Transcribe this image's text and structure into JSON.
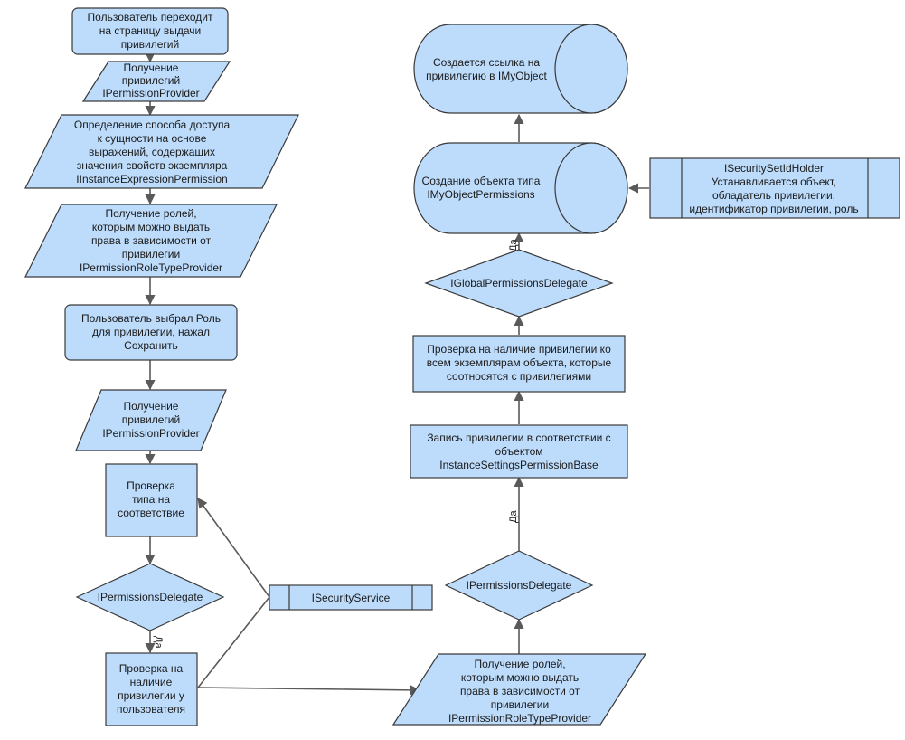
{
  "colors": {
    "fill": "#bddcfb",
    "stroke": "#3a3a3a",
    "line": "#5a5a5a"
  },
  "nodes": {
    "start": [
      "Пользователь переходит",
      "на страницу выдачи",
      "привилегий"
    ],
    "get_provider_1": [
      "Получение",
      "привилегий",
      "IPermissionProvider"
    ],
    "access_method": [
      "Определение способа доступа",
      "к сущности на основе",
      "выражений, содержащих",
      "значения свойств экземпляра",
      "IInstanceExpressionPermission"
    ],
    "get_roles_1": [
      "Получение ролей,",
      "которым можно выдать",
      "права в зависимости от",
      "привилегии",
      "IPermissionRoleTypeProvider"
    ],
    "user_selected_role": [
      "Пользователь выбрал Роль",
      "для привилегии, нажал",
      "Сохранить"
    ],
    "get_provider_2": [
      "Получение",
      "привилегий",
      "IPermissionProvider"
    ],
    "type_check": [
      "Проверка",
      "типа на",
      "соответствие"
    ],
    "decision_left": [
      "IPermissionsDelegate"
    ],
    "user_privilege_check": [
      "Проверка на",
      "наличие",
      "привилегии у",
      "пользователя"
    ],
    "security_service": [
      "ISecurityService"
    ],
    "get_roles_2": [
      "Получение ролей,",
      "которым можно выдать",
      "права в зависимости от",
      "привилегии",
      "IPermissionRoleTypeProvider"
    ],
    "decision_right": [
      "IPermissionsDelegate"
    ],
    "write_privilege": [
      "Запись привилегии в соответствии с",
      "объектом",
      "InstanceSettingsPermissionBase"
    ],
    "instances_check": [
      "Проверка на наличие привилегии ко",
      "всем экземплярам объекта, которые",
      "соотносятся с привилегиями"
    ],
    "global_decision": [
      "IGlobalPermissionsDelegate"
    ],
    "create_object": [
      "Создание объекта типа",
      "IMyObjectPermissions"
    ],
    "create_link": [
      "Создается ссылка на",
      "привилегию в IMyObject"
    ],
    "setid_holder": [
      "ISecuritySetIdHolder",
      "Устанавливается объект,",
      "обладатель привилегии,",
      "идентификатор привилегии, роль"
    ]
  },
  "edge_labels": {
    "yes": "Да"
  }
}
